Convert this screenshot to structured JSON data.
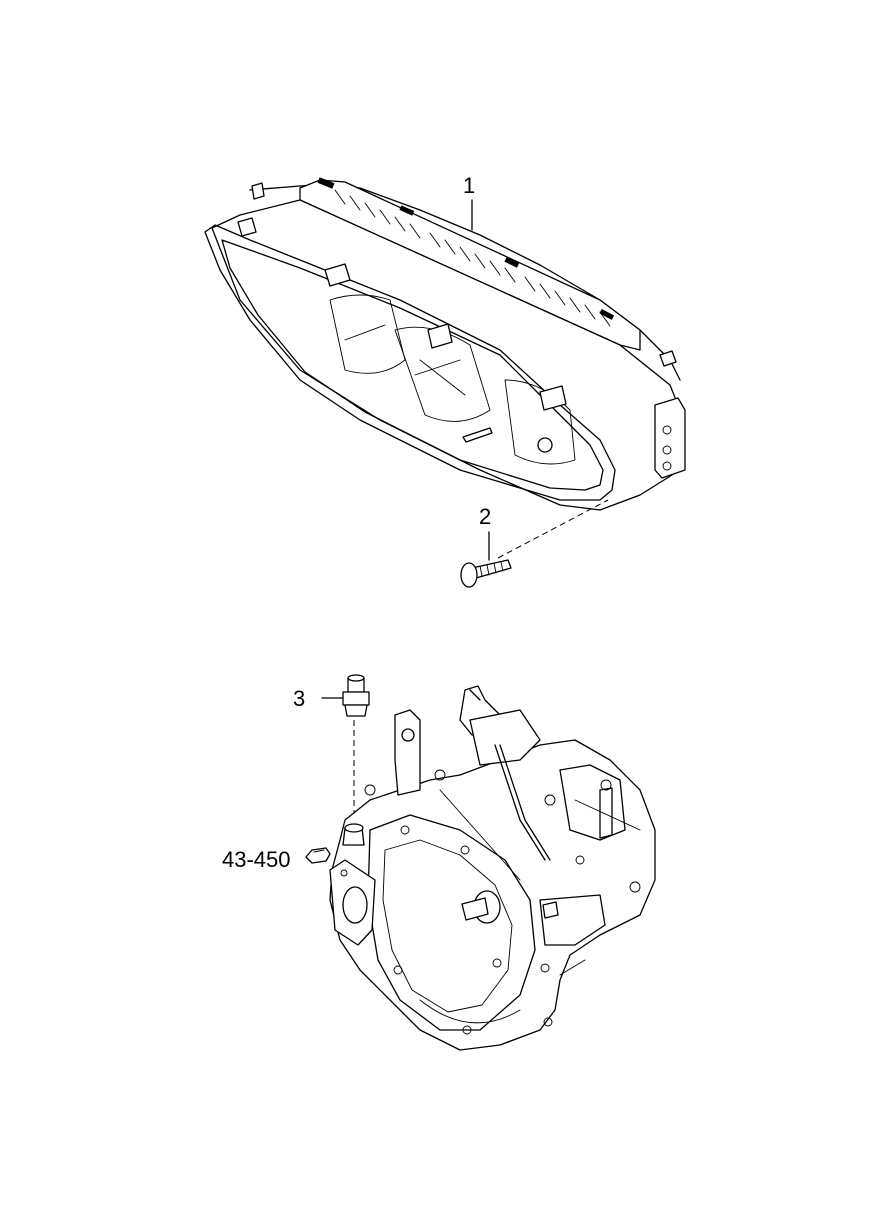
{
  "callouts": {
    "part1": "1",
    "part2": "2",
    "part3": "3",
    "reference": "43-450"
  },
  "icons": {
    "cluster": "instrument-cluster-illustration",
    "screw": "screw-illustration",
    "sensor": "speed-sensor-illustration",
    "transaxle": "transaxle-illustration",
    "reference_arrow": "reference-arrow-icon"
  },
  "colors": {
    "line": "#000000",
    "background": "#ffffff"
  }
}
